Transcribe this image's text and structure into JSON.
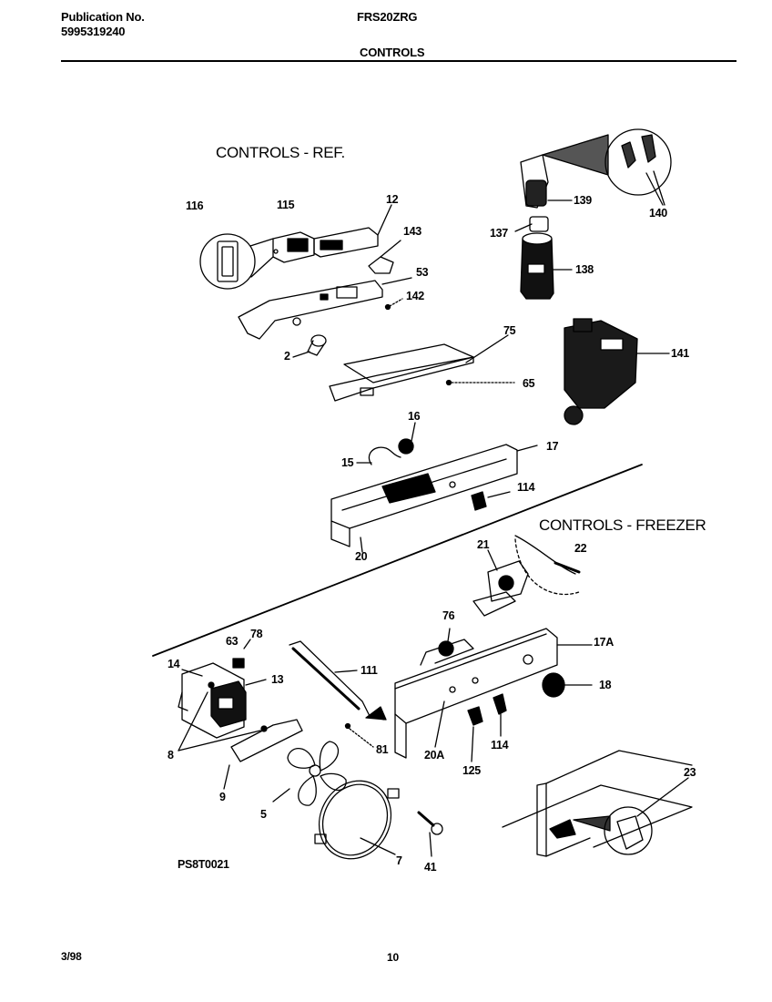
{
  "header": {
    "publication_label": "Publication No.",
    "publication_number": "5995319240",
    "model": "FRS20ZRG",
    "section_title": "CONTROLS"
  },
  "diagram": {
    "section_ref": "CONTROLS - REF.",
    "section_freezer": "CONTROLS - FREEZER",
    "callouts": [
      "116",
      "115",
      "12",
      "143",
      "53",
      "142",
      "2",
      "139",
      "140",
      "137",
      "138",
      "75",
      "65",
      "141",
      "16",
      "15",
      "17",
      "114",
      "20",
      "22",
      "21",
      "76",
      "17A",
      "18",
      "63",
      "78",
      "14",
      "13",
      "111",
      "8",
      "81",
      "20A",
      "125",
      "114",
      "9",
      "5",
      "7",
      "41",
      "23"
    ],
    "figure_code": "PS8T0021"
  },
  "footer": {
    "date": "3/98",
    "page_number": "10"
  }
}
